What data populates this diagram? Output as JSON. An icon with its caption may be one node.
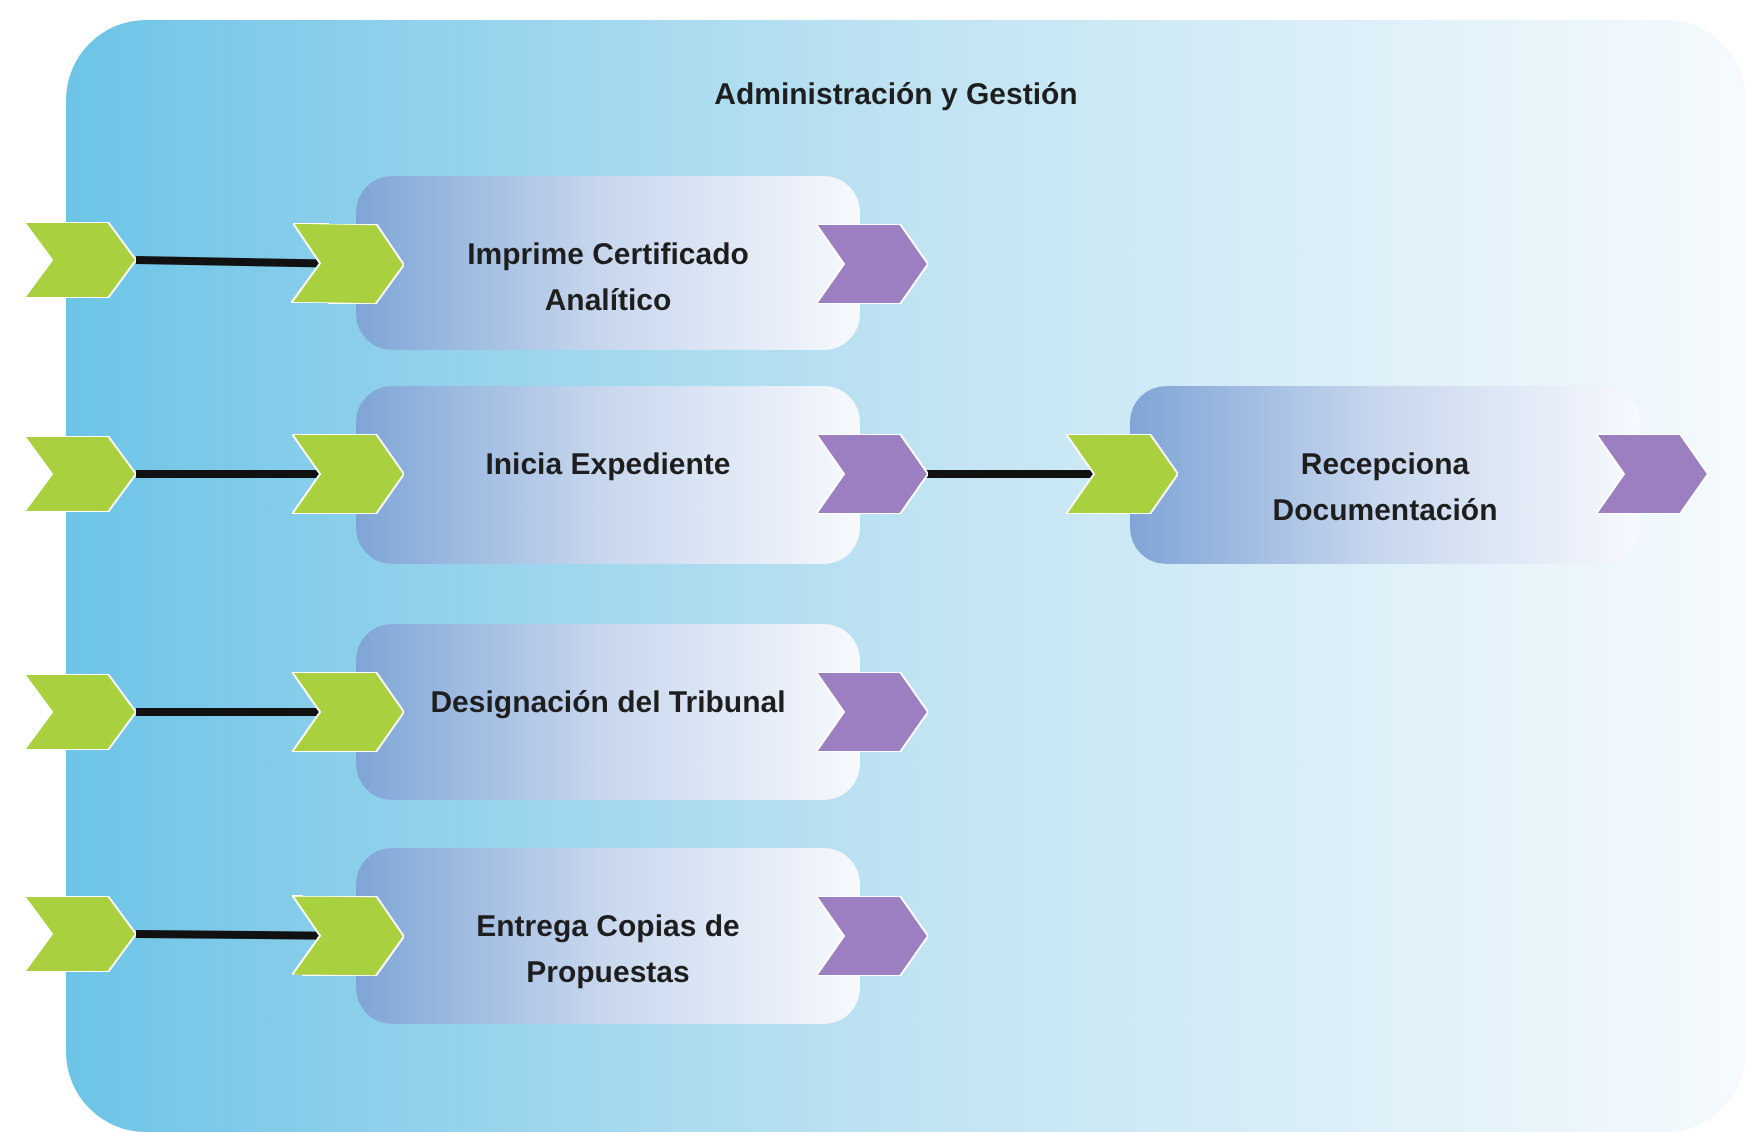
{
  "diagram": {
    "nodes": [
      {
        "text": [
          "Administración y Gestión"
        ]
      },
      {
        "text": [],
        "shape": "chevron"
      },
      {
        "text": [
          "Imprime Certificado Analítico"
        ],
        "in": 0
      },
      {
        "text": [],
        "shape": "chevron"
      },
      {
        "text": [
          "Inicia Expediente"
        ],
        "in": 0
      },
      {
        "text": [
          "Recepciona Documentación"
        ],
        "in": 0
      },
      {
        "text": [],
        "shape": "chevron"
      },
      {
        "text": [
          "Designación del Tribunal"
        ],
        "in": 0
      },
      {
        "text": [],
        "shape": "chevron"
      },
      {
        "text": [
          "Entrega Copias de Propuestas"
        ],
        "in": 0
      }
    ],
    "edges": [
      {
        "from": 1,
        "to": 2,
        "arrow": "to"
      },
      {
        "from": 3,
        "to": 4,
        "arrow": "to"
      },
      {
        "from": 4,
        "to": 5,
        "arrow": "to"
      },
      {
        "from": 6,
        "to": 7,
        "arrow": "to"
      },
      {
        "from": 8,
        "to": 9,
        "arrow": "to"
      }
    ]
  }
}
